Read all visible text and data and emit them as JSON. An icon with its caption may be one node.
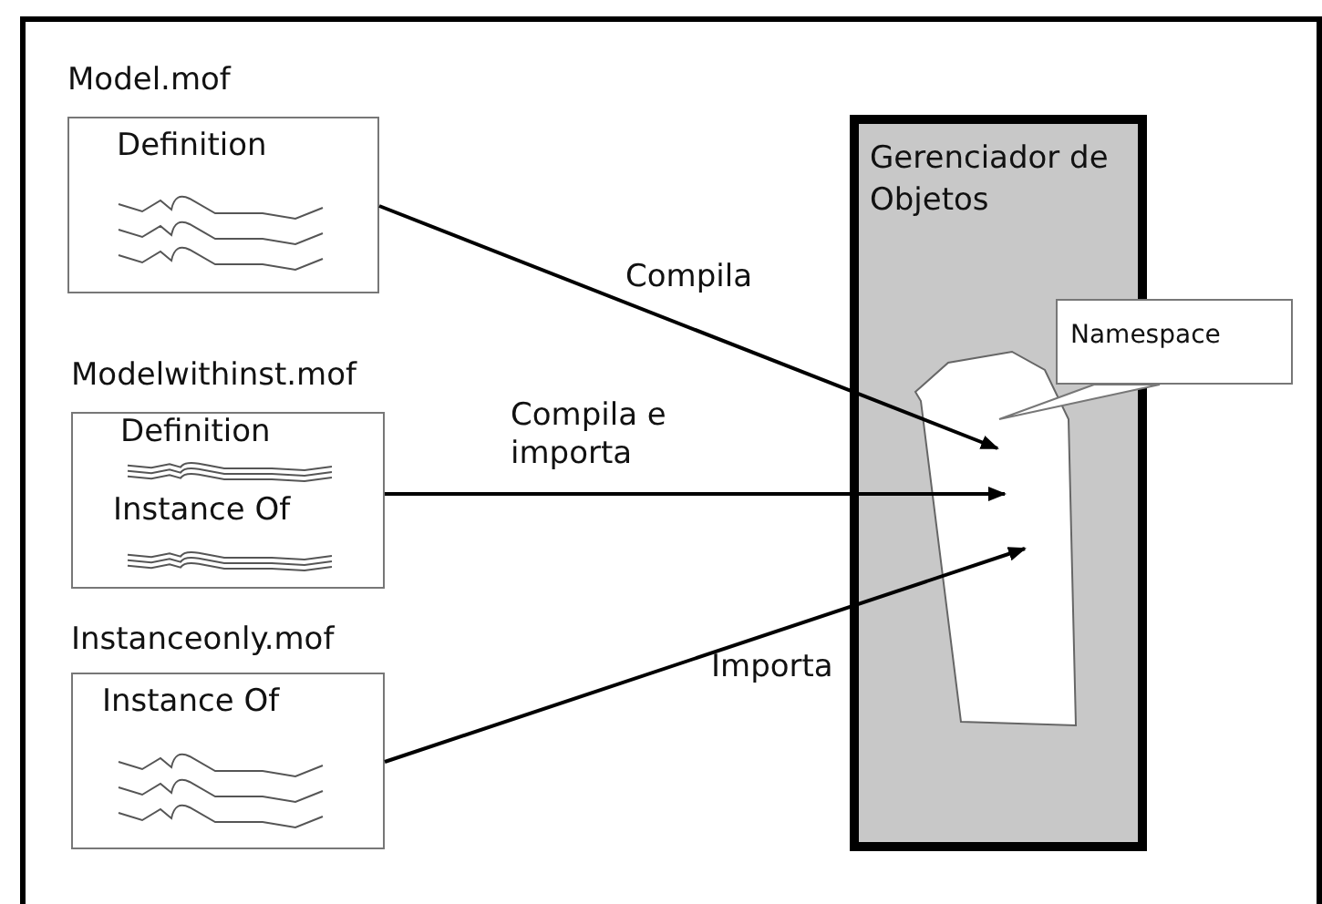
{
  "diagram": {
    "nodes": [
      {
        "text": [
          "Model.mof",
          "Definition"
        ]
      },
      {
        "text": [
          "Modelwithinst.mof",
          "Definition",
          "Instance Of"
        ]
      },
      {
        "text": [
          "Instanceonly.mof",
          "Instance Of"
        ]
      },
      {
        "text": [
          "Gerenciador de Objetos"
        ]
      },
      {
        "text": [],
        "shape": "polygon",
        "in": 3
      },
      {
        "text": [
          "Namespace"
        ]
      }
    ],
    "edges": [
      {
        "from": 0,
        "to": 4,
        "arrow": "to",
        "label": "Compila"
      },
      {
        "from": 1,
        "to": 4,
        "arrow": "to",
        "label": "Compila e importa"
      },
      {
        "from": 2,
        "to": 4,
        "arrow": "to",
        "label": "Importa"
      },
      {
        "from": 5,
        "to": 4,
        "arrow": "none"
      }
    ]
  }
}
